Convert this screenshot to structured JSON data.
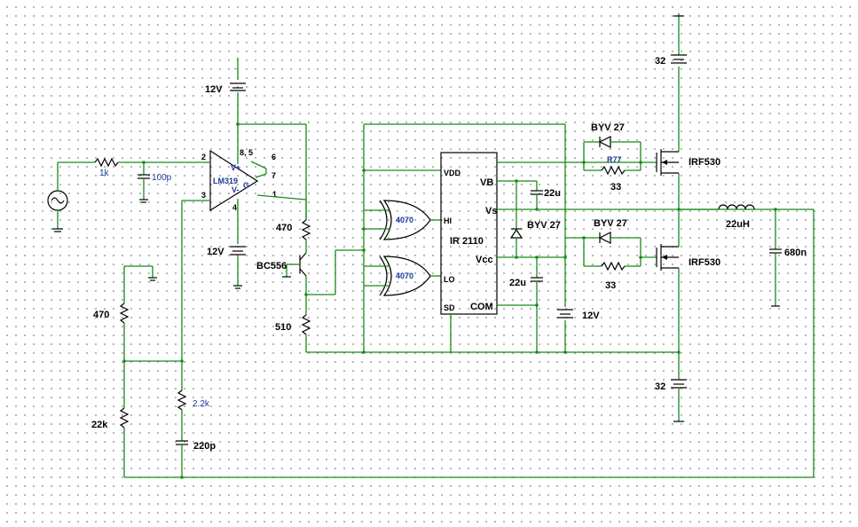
{
  "labels": {
    "r_input": "1k",
    "c_input": "100p",
    "comparator": "LM319",
    "pin_vplus": "V+",
    "pin_vminus": "V-",
    "pin_g": "G",
    "pin_2": "2",
    "pin_3": "3",
    "pin_4": "4",
    "pin_8_5": "8, 5",
    "pin_6": "6",
    "pin_7": "7",
    "pin_1": "1",
    "v_top": "12V",
    "v_bot": "12V",
    "r_pullup": "470",
    "transistor": "BC556",
    "r_emitter": "510",
    "r_div_top": "470",
    "r_div_bot": "22k",
    "r_fb": "2.2k",
    "c_fb": "220p",
    "gate_upper": "4070",
    "gate_lower": "4070",
    "driver": "IR 2110",
    "pin_vdd": "VDD",
    "pin_hi": "HI",
    "pin_lo": "LO",
    "pin_sd": "SD",
    "pin_vb": "VB",
    "pin_vs": "Vs",
    "pin_vcc": "Vcc",
    "pin_com": "COM",
    "c_boot": "22u",
    "c_vcc": "22u",
    "d_boot": "BYV 27",
    "v_driver": "12V",
    "d_high": "BYV 27",
    "r_high_name": "R77",
    "r_high": "33",
    "d_low": "BYV 27",
    "r_low": "33",
    "mos_high": "IRF530",
    "mos_low": "IRF530",
    "v_rail_top": "32",
    "v_rail_bot": "32",
    "inductor": "22uH",
    "c_out": "680n"
  }
}
